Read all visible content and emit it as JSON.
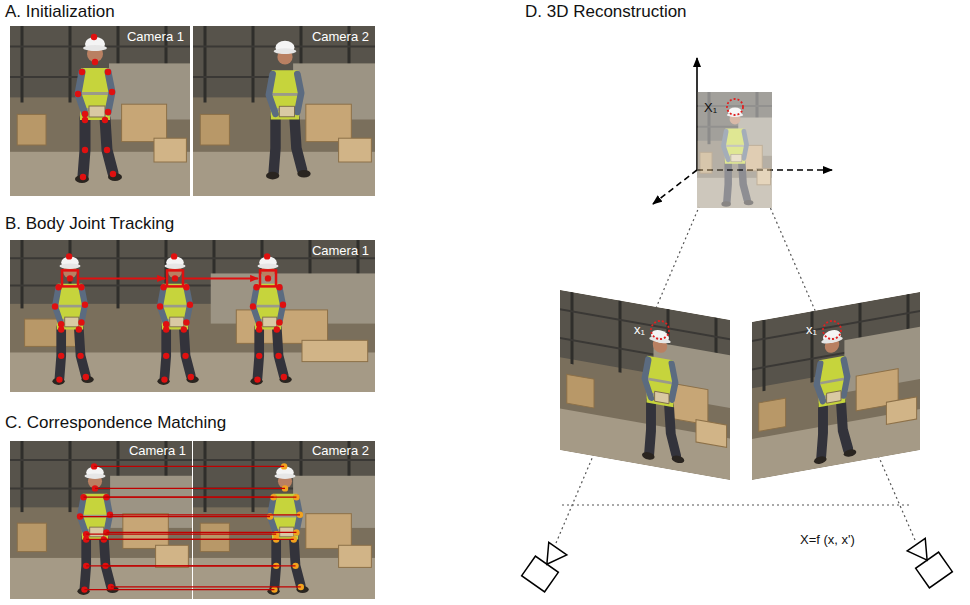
{
  "diagram": {
    "nodes": [
      {
        "text": [
          "Camera 1"
        ]
      },
      {
        "text": [
          "Camera 2"
        ]
      },
      {
        "text": [
          "Camera 1"
        ]
      },
      {
        "text": [
          "Camera 1"
        ]
      },
      {
        "text": [
          "Camera 2"
        ]
      },
      {
        "text": [
          "X₁"
        ]
      },
      {
        "text": [
          "x₁"
        ]
      },
      {
        "text": [
          "x₁"
        ]
      }
    ],
    "labels": [
      "A. Initialization",
      "B. Body Joint Tracking",
      "C. Correspondence Matching",
      "D. 3D Reconstruction",
      "X=f (x, x')"
    ]
  }
}
